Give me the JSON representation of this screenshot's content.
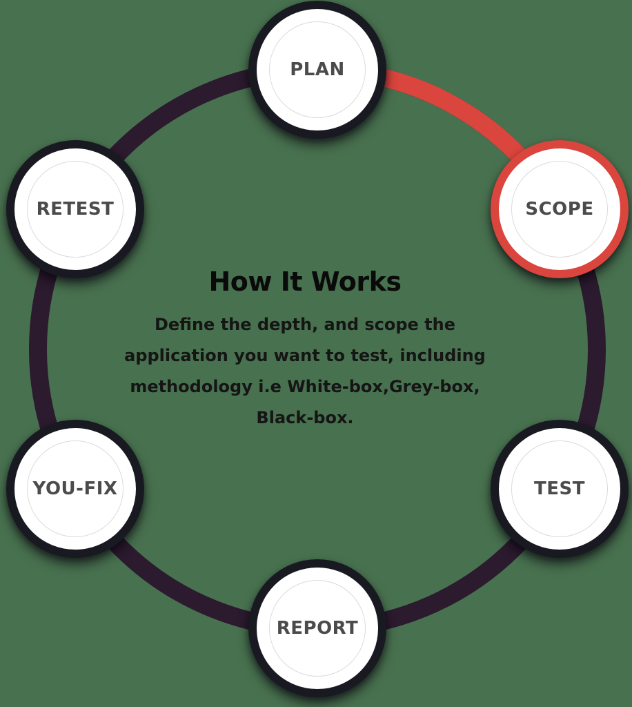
{
  "center": {
    "title": "How It Works",
    "description_lines": [
      "Define the depth, and scope the",
      "application you want to test, including",
      "methodology i.e White-box,Grey-box,",
      "Black-box."
    ]
  },
  "nodes": [
    {
      "id": "plan",
      "label": "PLAN",
      "active": false
    },
    {
      "id": "scope",
      "label": "SCOPE",
      "active": true
    },
    {
      "id": "test",
      "label": "TEST",
      "active": false
    },
    {
      "id": "report",
      "label": "REPORT",
      "active": false
    },
    {
      "id": "you-fix",
      "label": "YOU-FIX",
      "active": false
    },
    {
      "id": "retest",
      "label": "RETEST",
      "active": false
    }
  ],
  "colors": {
    "background": "#48714F",
    "ring": "#2C1A2E",
    "active": "#DA453D",
    "node_ring": "#191922",
    "node_fill": "#FFFFFF",
    "inner_ring": "#DBDBDB",
    "label": "#4B4B4B",
    "title": "#0A0A0A",
    "body_text": "#151515"
  }
}
